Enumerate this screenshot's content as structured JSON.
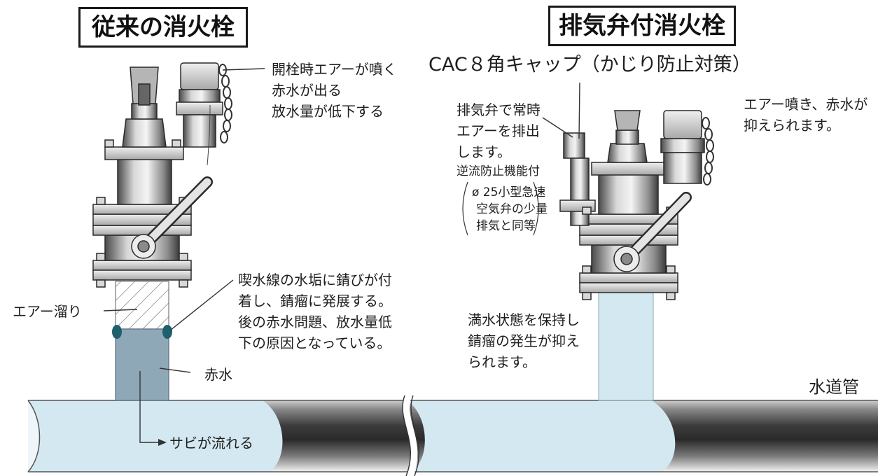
{
  "left_panel": {
    "title": "従来の消火栓",
    "notes": [
      "開栓時エアーが噴く",
      "赤水が出る",
      "放水量が低下する"
    ],
    "rust_notes": [
      "喫水線の水垢に錆びが付",
      "着し、錆瘤に発展する。",
      "後の赤水問題、放水量低",
      "下の原因となっている。"
    ],
    "air_label": "エアー溜り",
    "red_water_label": "赤水",
    "rust_flow_label": "サビが流れる"
  },
  "right_panel": {
    "title": "排気弁付消火栓",
    "cap_label": "CAC８角キャップ（かじり防止対策）",
    "exhaust_notes": [
      "排気弁で常時",
      "エアーを排出",
      "します。"
    ],
    "backflow_label": "逆流防止機能付",
    "equivalence_notes": [
      "ø 25小型急速",
      "空気弁の少量",
      "排気と同等"
    ],
    "suppressed_notes": [
      "エアー噴き、赤水が",
      "抑えられます。"
    ],
    "full_water_notes": [
      "満水状態を保持し",
      "錆瘤の発生が抑え",
      "られます。"
    ],
    "pipe_label": "水道管"
  },
  "colors": {
    "water": "#d4e8f2",
    "red_water": "#8fa8b8",
    "pipe_dark": "#4a4a4a",
    "pipe_light": "#e6e6e6",
    "valve_body": "#9a9a9a",
    "rust_spot": "#1f5f6e"
  }
}
